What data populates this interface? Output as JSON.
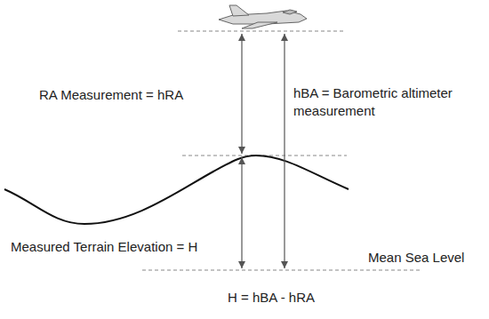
{
  "diagram": {
    "labels": [
      "RA Measurement = hRA",
      "hBA = Barometric altimeter measurement",
      "Measured Terrain Elevation = H",
      "Mean Sea Level",
      "H = hBA - hRA"
    ]
  }
}
